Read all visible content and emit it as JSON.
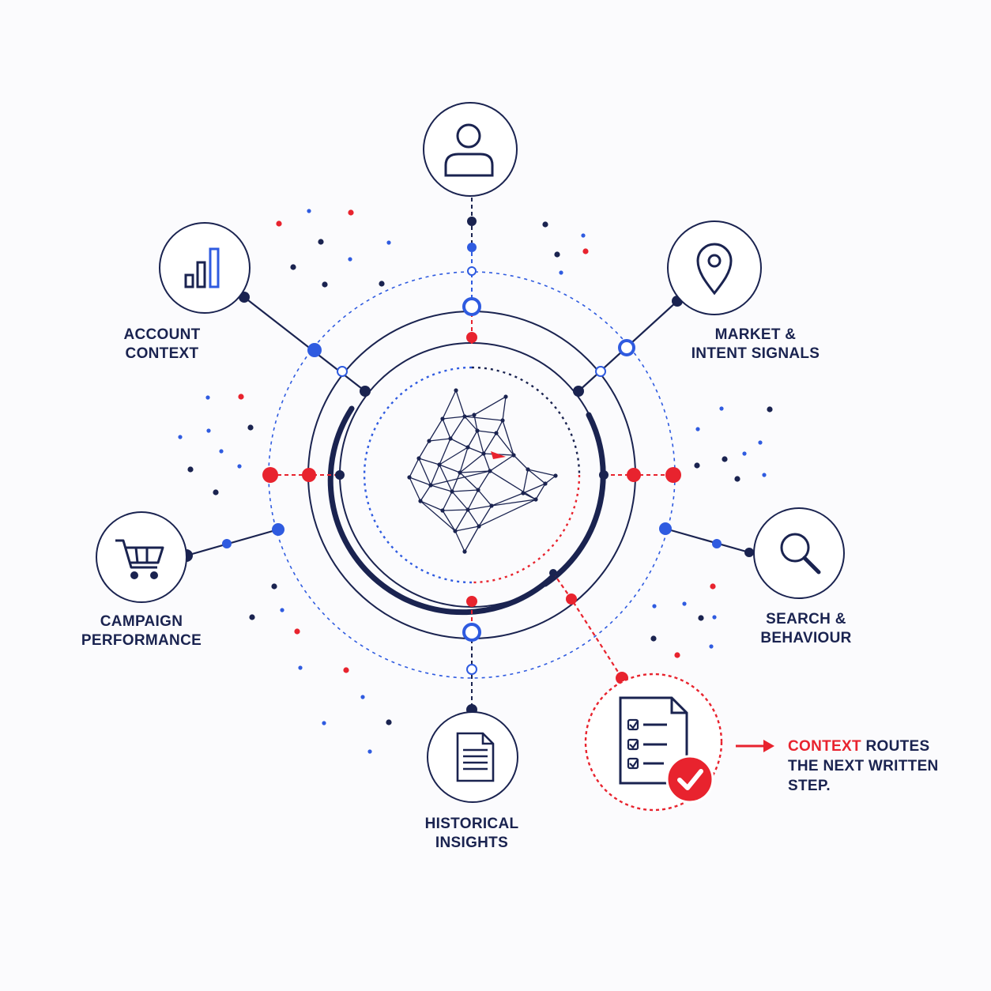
{
  "colors": {
    "navy": "#1a2350",
    "blue": "#2f5be0",
    "red": "#e8232e",
    "background": "#fbfbfd"
  },
  "hub": {
    "icon": "wolf-head-icon"
  },
  "nodes": [
    {
      "id": "user",
      "icon": "user-icon",
      "lines": []
    },
    {
      "id": "market",
      "icon": "location-pin-icon",
      "lines": [
        "MARKET &",
        "INTENT SIGNALS"
      ]
    },
    {
      "id": "search",
      "icon": "magnifier-icon",
      "lines": [
        "SEARCH &",
        "BEHAVIOUR"
      ]
    },
    {
      "id": "historical",
      "icon": "document-icon",
      "lines": [
        "HISTORICAL",
        "INSIGHTS"
      ]
    },
    {
      "id": "campaign",
      "icon": "shopping-cart-icon",
      "lines": [
        "CAMPAIGN",
        "PERFORMANCE"
      ]
    },
    {
      "id": "account",
      "icon": "bar-chart-icon",
      "lines": [
        "ACCOUNT",
        "CONTEXT"
      ]
    }
  ],
  "output": {
    "icon": "checklist-approved-icon",
    "callout": {
      "accent": "CONTEXT",
      "rest": " ROUTES",
      "line2": "THE NEXT WRITTEN",
      "line3": "STEP."
    }
  }
}
